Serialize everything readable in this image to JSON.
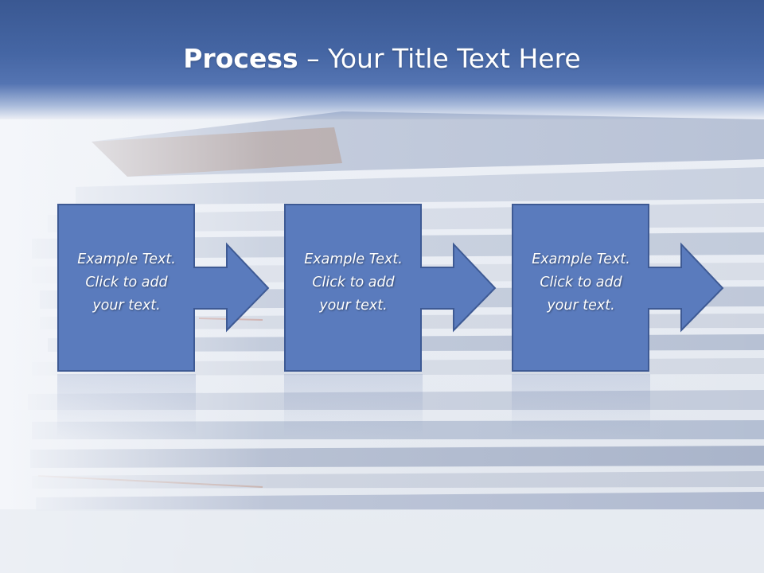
{
  "slide": {
    "title_bold": "Process",
    "title_rest": " – Your Title Text Here",
    "steps": [
      {
        "line1": "Example Text.",
        "line2": "Click  to add",
        "line3": "your text."
      },
      {
        "line1": "Example Text.",
        "line2": "Click  to add",
        "line3": "your text."
      },
      {
        "line1": "Example Text.",
        "line2": "Click  to add",
        "line3": "your text."
      }
    ]
  },
  "colors": {
    "title_band": "#4566a4",
    "shape_fill": "#5a7bbd",
    "shape_border": "#3e5a94",
    "text": "#ffffff"
  }
}
